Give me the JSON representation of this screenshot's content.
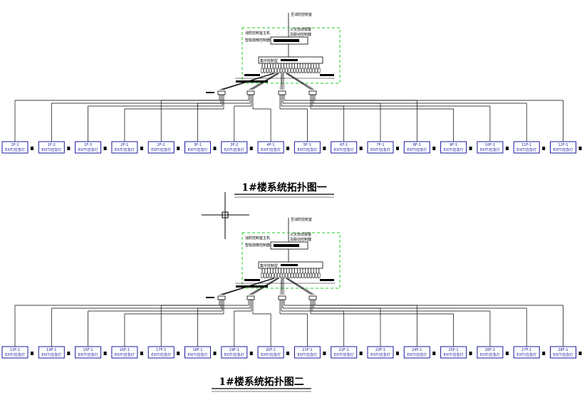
{
  "diagrams": [
    {
      "title": "1#楼系统拓扑图一",
      "top_label": "至消防控制室",
      "cabinet_label_1": "火灾自动报警",
      "cabinet_label_2": "及联动控制器",
      "left_note_1": "消防控制室主机",
      "left_note_2": "智能疏散控制器",
      "bus_label": "集中控制型",
      "nodes": [
        {
          "label": "1F-1",
          "sub": "EXIT/应急灯"
        },
        {
          "label": "1F-2",
          "sub": "EXIT/应急灯"
        },
        {
          "label": "1F-3",
          "sub": "EXIT/应急灯"
        },
        {
          "label": "2F-1",
          "sub": "EXIT/应急灯"
        },
        {
          "label": "2F-2",
          "sub": "EXIT/应急灯"
        },
        {
          "label": "3F-1",
          "sub": "EXIT/应急灯"
        },
        {
          "label": "3F-2",
          "sub": "EXIT/应急灯"
        },
        {
          "label": "4F-1",
          "sub": "EXIT/应急灯"
        },
        {
          "label": "5F-1",
          "sub": "EXIT/应急灯"
        },
        {
          "label": "6F-1",
          "sub": "EXIT/应急灯"
        },
        {
          "label": "7F-1",
          "sub": "EXIT/应急灯"
        },
        {
          "label": "8F-1",
          "sub": "EXIT/应急灯"
        },
        {
          "label": "9F-1",
          "sub": "EXIT/应急灯"
        },
        {
          "label": "10F-1",
          "sub": "EXIT/应急灯"
        },
        {
          "label": "11F-1",
          "sub": "EXIT/应急灯"
        },
        {
          "label": "12F-1",
          "sub": "EXIT/应急灯"
        }
      ]
    },
    {
      "title": "1#楼系统拓扑图二",
      "top_label": "至消防控制室",
      "cabinet_label_1": "火灾自动报警",
      "cabinet_label_2": "及联动控制器",
      "left_note_1": "消防控制室主机",
      "left_note_2": "智能疏散控制器",
      "bus_label": "集中控制型",
      "nodes": [
        {
          "label": "13F-1",
          "sub": "EXIT/应急灯"
        },
        {
          "label": "14F-1",
          "sub": "EXIT/应急灯"
        },
        {
          "label": "15F-1",
          "sub": "EXIT/应急灯"
        },
        {
          "label": "16F-1",
          "sub": "EXIT/应急灯"
        },
        {
          "label": "17F-1",
          "sub": "EXIT/应急灯"
        },
        {
          "label": "18F-1",
          "sub": "EXIT/应急灯"
        },
        {
          "label": "19F-1",
          "sub": "EXIT/应急灯"
        },
        {
          "label": "20F-1",
          "sub": "EXIT/应急灯"
        },
        {
          "label": "21F-1",
          "sub": "EXIT/应急灯"
        },
        {
          "label": "22F-1",
          "sub": "EXIT/应急灯"
        },
        {
          "label": "23F-1",
          "sub": "EXIT/应急灯"
        },
        {
          "label": "24F-1",
          "sub": "EXIT/应急灯"
        },
        {
          "label": "25F-1",
          "sub": "EXIT/应急灯"
        },
        {
          "label": "26F-1",
          "sub": "EXIT/应急灯"
        },
        {
          "label": "27F-1",
          "sub": "EXIT/应急灯"
        },
        {
          "label": "28F-1",
          "sub": "EXIT/应急灯"
        }
      ]
    }
  ],
  "colors": {
    "line": "#000000",
    "dashed_frame": "#22cc22",
    "node_box": "#1a1aa0"
  }
}
